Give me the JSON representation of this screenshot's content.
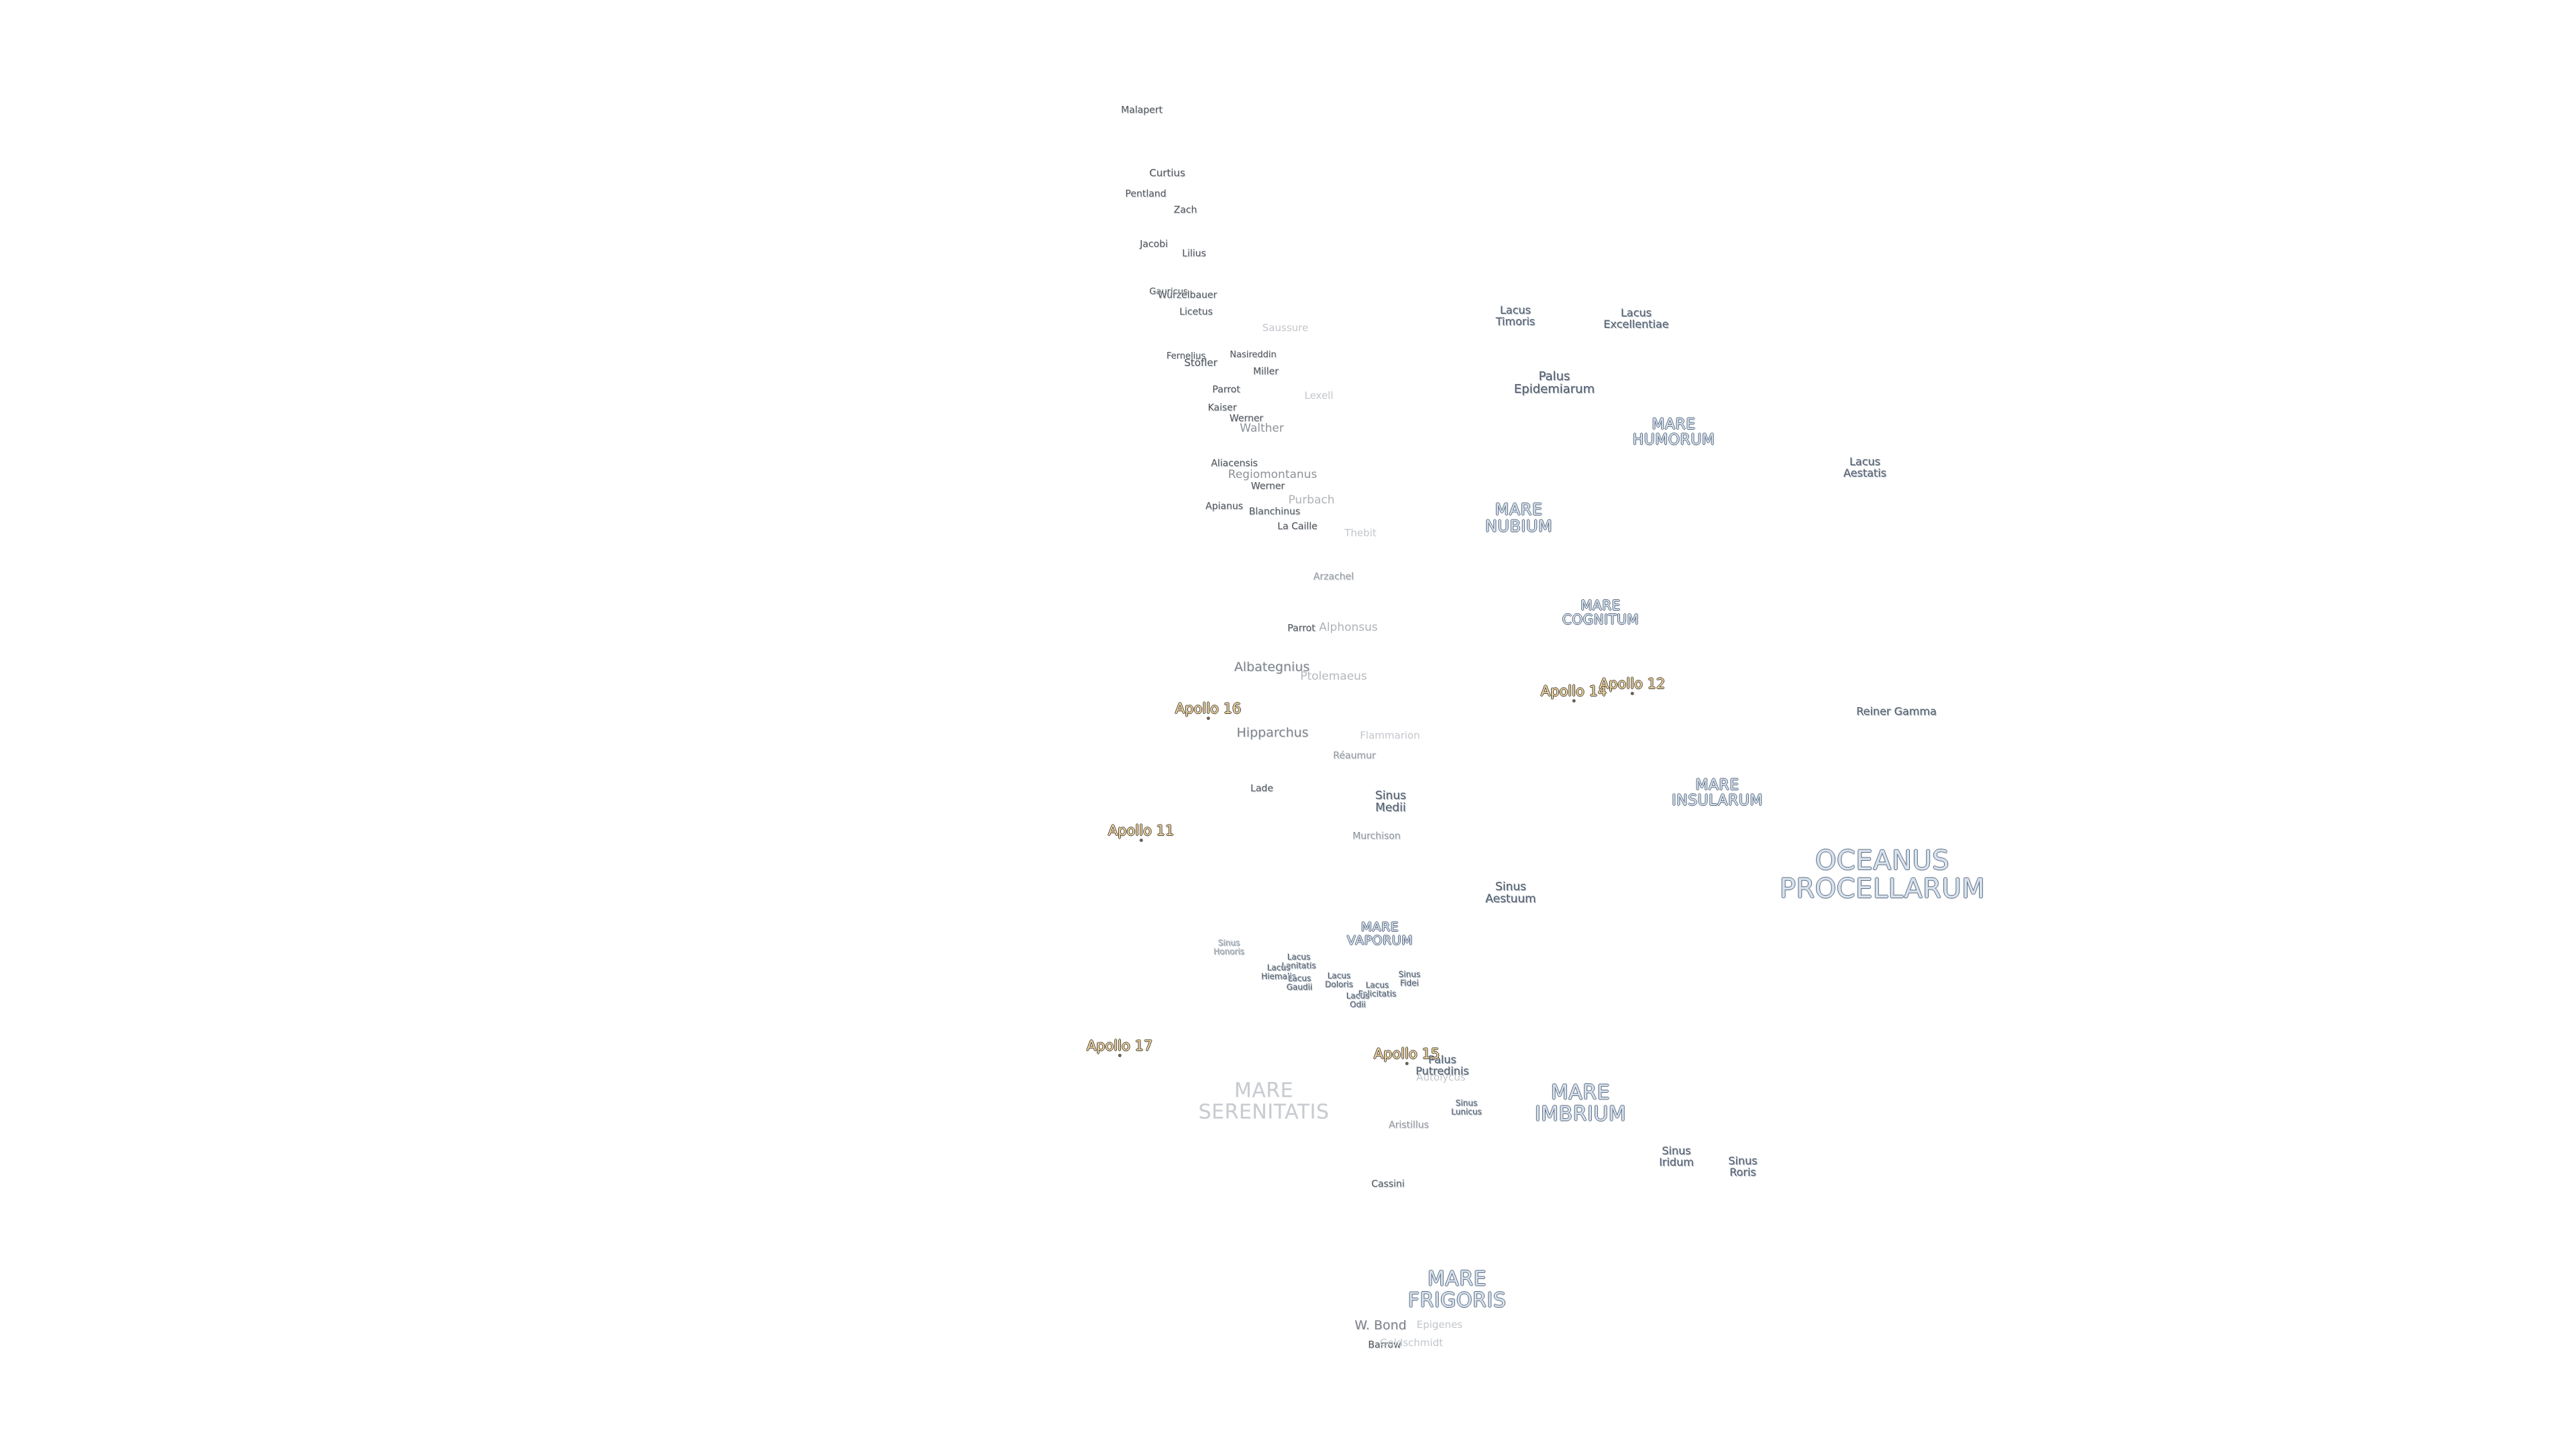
{
  "map_type": "moon-feature-labels",
  "colors": {
    "background": "#ffffff",
    "crater_text": "#4a4f55",
    "mare_fill": "#d8e2ee",
    "mare_outline": "#5a6b80",
    "apollo_fill": "#f1d9a6"
  },
  "craters": {
    "malapert": "Malapert",
    "curtius": "Curtius",
    "pentland": "Pentland",
    "zach": "Zach",
    "jacobi": "Jacobi",
    "lilius": "Lilius",
    "gauricus": "Gauricus",
    "wurzelbauer": "Wurzelbauer",
    "licetus": "Licetus",
    "saussure": "Saussure",
    "fernelius": "Fernelius",
    "stofler": "Stöfler",
    "nasireddin": "Nasireddin",
    "miller": "Miller",
    "lexell": "Lexell",
    "parrot": "Parrot",
    "kaiser": "Kaiser",
    "werner2": "Werner",
    "walther": "Walther",
    "aliacensis": "Aliacensis",
    "regiomontanus": "Regiomontanus",
    "werner": "Werner",
    "purbach": "Purbach",
    "apianus": "Apianus",
    "blanchinus": "Blanchinus",
    "la_caille": "La Caille",
    "thebit": "Thebit",
    "arzachel": "Arzachel",
    "parrot2": "Parrot",
    "alphonsus": "Alphonsus",
    "albategnius": "Albategnius",
    "ptolemaeus": "Ptolemaeus",
    "hipparchus": "Hipparchus",
    "flammarion": "Flammarion",
    "reaumur": "Réaumur",
    "lade": "Lade",
    "murchison": "Murchison",
    "aristillus": "Aristillus",
    "cassini": "Cassini",
    "w_bond": "W. Bond",
    "epigenes": "Epigenes",
    "barrow": "Barrow",
    "goldschmidt": "Goldschmidt",
    "autolycus": "Autolycus"
  },
  "features": {
    "lacus_timoris": "Lacus\nTimoris",
    "lacus_excellentiae": "Lacus\nExcellentiae",
    "palus_epidemiarum": "Palus\nEpidemiarum",
    "lacus_aestatis": "Lacus\nAestatis",
    "reiner_gamma": "Reiner Gamma",
    "sinus_medii": "Sinus\nMedii",
    "sinus_aestuum": "Sinus\nAestuum",
    "sinus_honoris": "Sinus\nHonoris",
    "lacus_lenitatis": "Lacus\nLenitatis",
    "lacus_hiemalis": "Lacus\nHiemalis",
    "lacus_gaudii": "Lacus\nGaudii",
    "lacus_doloris": "Lacus\nDoloris",
    "lacus_felicitatis": "Lacus\nFelicitatis",
    "lacus_odii": "Lacus\nOdii",
    "sinus_fidei": "Sinus\nFidei",
    "palus_putredinis": "Palus\nPutredinis",
    "sinus_lunicus": "Sinus\nLunicus",
    "sinus_iridum": "Sinus\nIridum",
    "sinus_roris": "Sinus\nRoris"
  },
  "maria": {
    "mare_humorum": "MARE\nHUMORUM",
    "mare_nubium": "MARE\nNUBIUM",
    "mare_cognitum": "MARE\nCOGNITUM",
    "mare_insularum": "MARE\nINSULARUM",
    "mare_vaporum": "MARE\nVAPORUM",
    "oceanus_procellarum": "OCEANUS\nPROCELLARUM",
    "mare_serenitatis": "MARE\nSERENITATIS",
    "mare_imbrium": "MARE\nIMBRIUM",
    "mare_frigoris": "MARE\nFRIGORIS"
  },
  "apollo_sites": {
    "apollo_16": "Apollo 16",
    "apollo_14": "Apollo 14",
    "apollo_12": "Apollo 12",
    "apollo_11": "Apollo 11",
    "apollo_17": "Apollo 17",
    "apollo_15": "Apollo 15"
  }
}
